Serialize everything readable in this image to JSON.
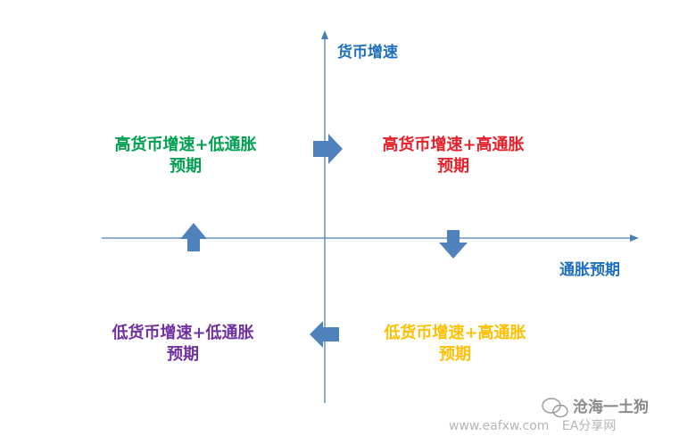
{
  "axes": {
    "y_label": "货币增速",
    "x_label": "通胀预期"
  },
  "quadrants": {
    "top_left": {
      "line1": "高货币增速+低通胀",
      "line2": "预期"
    },
    "top_right": {
      "line1": "高货币增速+高通胀",
      "line2": "预期"
    },
    "bottom_left": {
      "line1": "低货币增速+低通胀",
      "line2": "预期"
    },
    "bottom_right": {
      "line1": "低货币增速+高通胀",
      "line2": "预期"
    }
  },
  "colors": {
    "axis": "#4a7fb5",
    "axis_label": "#1f6fc0",
    "arrow": "#4f81bd",
    "top_left": "#00a050",
    "top_right": "#e8202a",
    "bottom_left": "#7030a0",
    "bottom_right": "#ffc000"
  },
  "watermark": {
    "brand": "沧海一土狗",
    "site": "www.eafxw.com",
    "site_name": "EA分享网"
  }
}
